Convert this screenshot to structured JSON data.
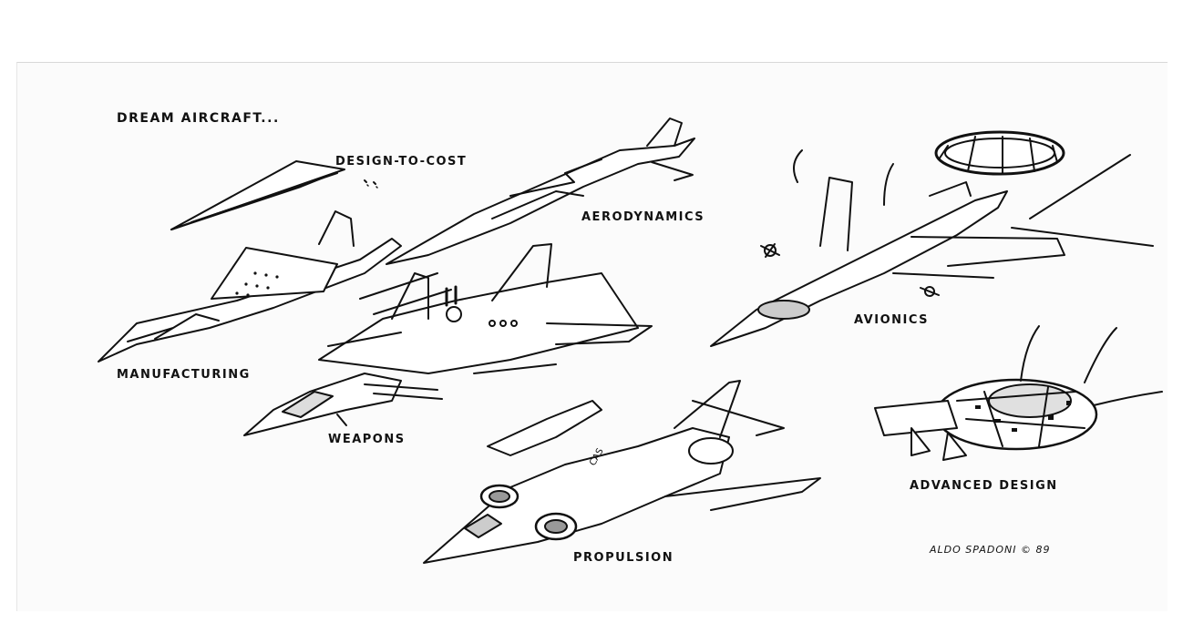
{
  "title": "DREAM AIRCRAFT...",
  "labels": {
    "design_to_cost": "DESIGN-TO-COST",
    "aerodynamics": "AERODYNAMICS",
    "manufacturing": "MANUFACTURING",
    "weapons": "WEAPONS",
    "avionics": "AVIONICS",
    "propulsion": "PROPULSION",
    "advanced_design": "ADVANCED DESIGN"
  },
  "signature": "ALDO SPADONI © 89",
  "fuselage_marking": "CAS"
}
